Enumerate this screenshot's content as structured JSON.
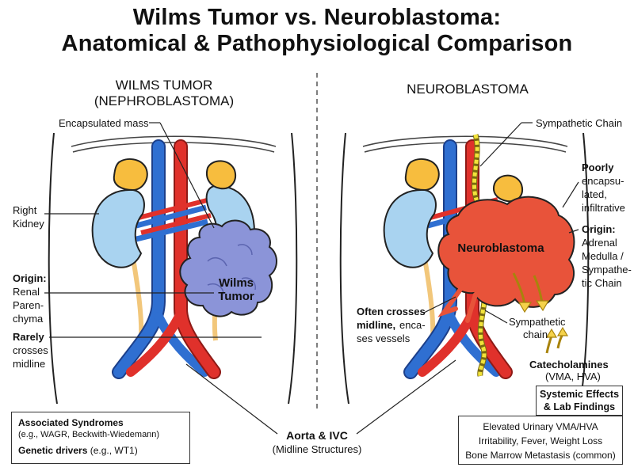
{
  "title": {
    "line1": "Wilms Tumor vs. Neuroblastoma:",
    "line2": "Anatomical & Pathophysiological Comparison"
  },
  "left": {
    "heading1": "WILMS TUMOR",
    "heading2": "(NEPHROBLASTOMA)",
    "encapsulated": "Encapsulated mass",
    "right_kidney1": "Right",
    "right_kidney2": "Kidney",
    "origin_label": "Origin:",
    "origin1": "Renal",
    "origin2": "Paren-",
    "origin3": "chyma",
    "rarely_label": "Rarely",
    "rarely1": "crosses",
    "rarely2": "midline",
    "tumor1": "Wilms",
    "tumor2": "Tumor"
  },
  "right": {
    "heading": "NEUROBLASTOMA",
    "sympathetic_top": "Sympathetic Chain",
    "poorly_label": "Poorly",
    "poorly1": "encapsu-",
    "poorly2": "lated,",
    "poorly3": "infiltrative",
    "origin_label": "Origin:",
    "origin1": "Adrenal",
    "origin2": "Medulla /",
    "origin3": "Sympathe-",
    "origin4": "tic Chain",
    "tumor": "Neuroblastoma",
    "crosses_label1": "Often crosses",
    "crosses_label2": "midline,",
    "crosses_rest2": "enca-",
    "crosses_rest3": "ses vessels",
    "sympathetic_mid1": "Sympathetic",
    "sympathetic_mid2": "chain",
    "catecholamines": "Catecholamines",
    "catechol_sub": "(VMA, HVA)",
    "systemic1": "Systemic Effects",
    "systemic2": "& Lab Findings"
  },
  "center": {
    "aorta": "Aorta & IVC",
    "aorta_sub": "(Midline Structures)"
  },
  "syndromes_box": {
    "syndromes_label": "Associated Syndromes",
    "syndromes_text": "(e.g., WAGR, Beckwith-Wiedemann)",
    "genetic_label": "Genetic drivers",
    "genetic_text": "(e.g., WT1)"
  },
  "findings_box": {
    "line1": "Elevated Urinary VMA/HVA",
    "line2": "Irritability, Fever, Weight Loss",
    "line3": "Bone Marrow Metastasis (common)"
  },
  "colors": {
    "kidney": "#a9d3f0",
    "adrenal": "#f7bd3e",
    "aorta": "#e0312b",
    "ivc": "#2f6fd1",
    "wilms": "#8b94d8",
    "neuroblastoma": "#e8533a",
    "ureter": "#f2c77b",
    "chain": "#f2e33a"
  }
}
